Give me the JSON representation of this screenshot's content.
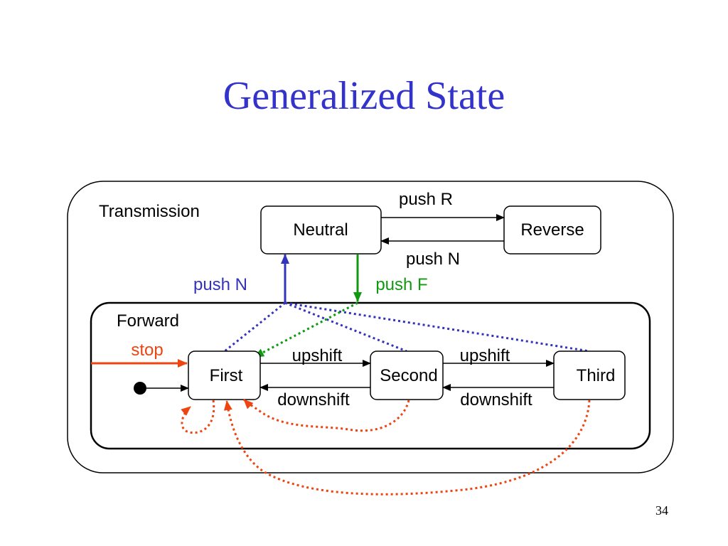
{
  "title": "Generalized State",
  "page_number": "34",
  "superstate": {
    "label": "Transmission"
  },
  "substate": {
    "label": "Forward"
  },
  "states": {
    "neutral": "Neutral",
    "reverse": "Reverse",
    "first": "First",
    "second": "Second",
    "third": "Third"
  },
  "transitions": {
    "neutral_to_reverse": "push R",
    "reverse_to_neutral": "push N",
    "forward_to_neutral": "push N",
    "neutral_to_forward": "push F",
    "stop": "stop",
    "first_to_second": "upshift",
    "second_to_third": "upshift",
    "second_to_first": "downshift",
    "third_to_second": "downshift"
  },
  "colors": {
    "title": "#3333cc",
    "push_n": "#3333bb",
    "push_f": "#119911",
    "stop": "#ee4411",
    "black": "#000000"
  }
}
